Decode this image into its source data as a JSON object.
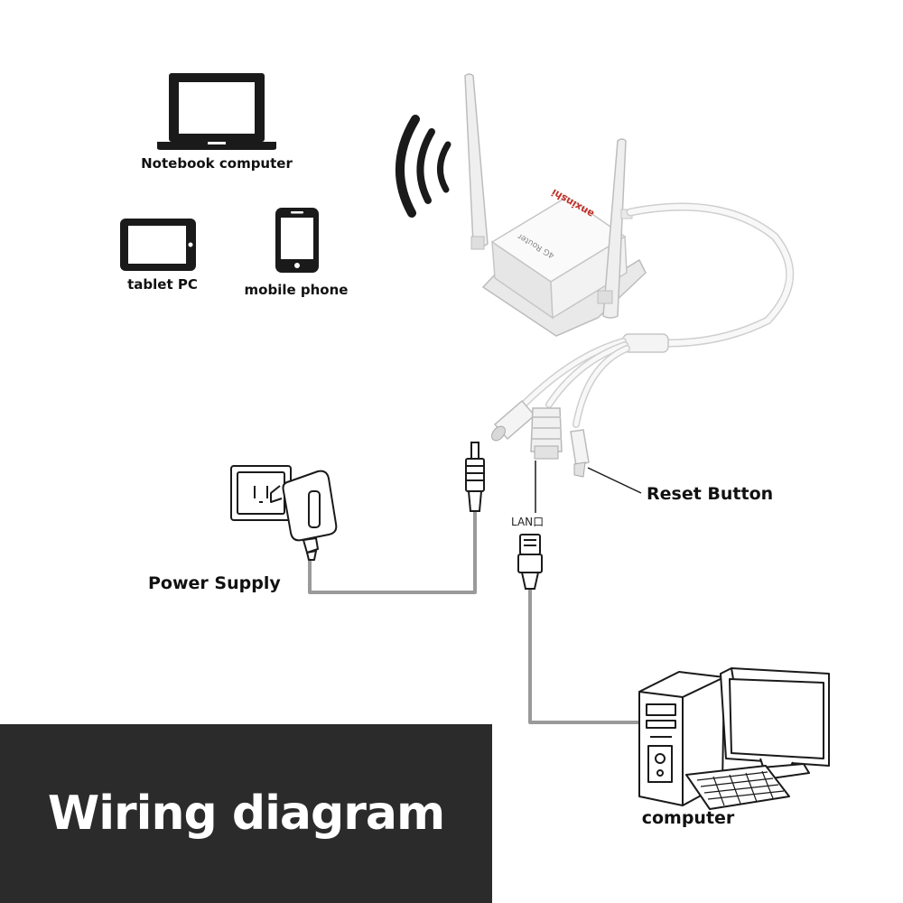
{
  "title": "Wiring diagram",
  "devices": {
    "notebook": "Notebook computer",
    "tablet": "tablet PC",
    "phone": "mobile phone",
    "computer": "computer"
  },
  "router": {
    "brand": "anxinshi",
    "model": "4G Router"
  },
  "ports": {
    "lan": "LAN口"
  },
  "callouts": {
    "reset": "Reset Button",
    "power": "Power Supply"
  },
  "colors": {
    "title_bg": "#2b2b2b",
    "title_text": "#ffffff",
    "cable_gray": "#9a9a9a",
    "line_art": "#1a1a1a",
    "brand_red": "#c0322a"
  },
  "icons": [
    "notebook-icon",
    "tablet-icon",
    "mobile-phone-icon",
    "wifi-signal-icon",
    "router-icon",
    "power-adapter-icon",
    "wall-socket-icon",
    "desktop-computer-icon",
    "rj45-plug-icon",
    "dc-plug-icon"
  ]
}
